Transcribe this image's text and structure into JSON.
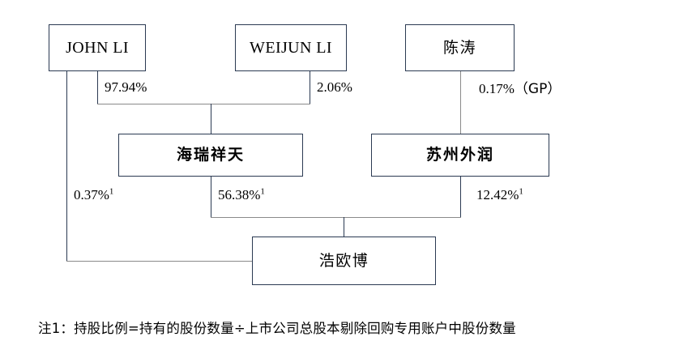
{
  "diagram": {
    "type": "ownership-structure-chart",
    "colors": {
      "box_border": "#2b3a52",
      "connector_navy": "#2b3a52",
      "connector_gray": "#8a8a8a",
      "background": "#ffffff",
      "text": "#000000"
    },
    "nodes": [
      {
        "id": "john-li",
        "label": "JOHN LI",
        "script": "latin",
        "bold": false,
        "tier": "shareholder"
      },
      {
        "id": "weijun-li",
        "label": "WEIJUN LI",
        "script": "latin",
        "bold": false,
        "tier": "shareholder"
      },
      {
        "id": "chen-tao",
        "label": "陈涛",
        "script": "cjk",
        "bold": false,
        "tier": "shareholder"
      },
      {
        "id": "hairuixiangtian",
        "label": "海瑞祥天",
        "script": "cjk",
        "bold": true,
        "tier": "holding"
      },
      {
        "id": "suzhouwairun",
        "label": "苏州外润",
        "script": "cjk",
        "bold": true,
        "tier": "holding"
      },
      {
        "id": "haooubo",
        "label": "浩欧博",
        "script": "cjk",
        "bold": false,
        "tier": "listed-company"
      }
    ],
    "edges": [
      {
        "id": "john-to-hairui",
        "from": "john-li",
        "to": "hairuixiangtian",
        "label": "97.94%",
        "footnote_marker": ""
      },
      {
        "id": "weijun-to-hairui",
        "from": "weijun-li",
        "to": "hairuixiangtian",
        "label": "2.06%",
        "footnote_marker": ""
      },
      {
        "id": "chentao-to-suzhou",
        "from": "chen-tao",
        "to": "suzhouwairun",
        "label": "0.17%",
        "footnote_marker": "",
        "suffix": "（GP）"
      },
      {
        "id": "john-to-haooubo",
        "from": "john-li",
        "to": "haooubo",
        "label": "0.37%",
        "footnote_marker": "1"
      },
      {
        "id": "hairui-to-haooubo",
        "from": "hairuixiangtian",
        "to": "haooubo",
        "label": "56.38%",
        "footnote_marker": "1"
      },
      {
        "id": "suzhou-to-haooubo",
        "from": "suzhouwairun",
        "to": "haooubo",
        "label": "12.42%",
        "footnote_marker": "1"
      }
    ],
    "footnote": "注1：持股比例=持有的股份数量÷上市公司总股本剔除回购专用账户中股份数量"
  }
}
